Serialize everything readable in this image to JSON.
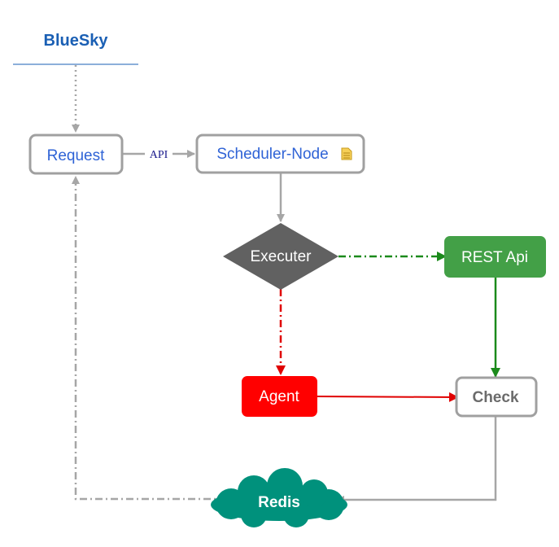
{
  "title": "BlueSky",
  "nodes": {
    "request": "Request",
    "scheduler": "Scheduler-Node",
    "executer": "Executer",
    "rest": "REST Api",
    "agent": "Agent",
    "check": "Check",
    "redis": "Redis"
  },
  "edge_labels": {
    "api": "API"
  },
  "colors": {
    "title_blue": "#1a5fb4",
    "node_text_blue": "#2f63d6",
    "box_border": "#a0a0a0",
    "diamond": "#616161",
    "rest_green": "#43a047",
    "agent_red": "#ff0000",
    "check_text": "#6b6b6b",
    "redis_teal": "#00917c",
    "edge_gray": "#a6a6a6",
    "edge_green": "#1b8a1b",
    "edge_red": "#e00000"
  },
  "icons": {
    "scheduler_note": "document-icon"
  }
}
